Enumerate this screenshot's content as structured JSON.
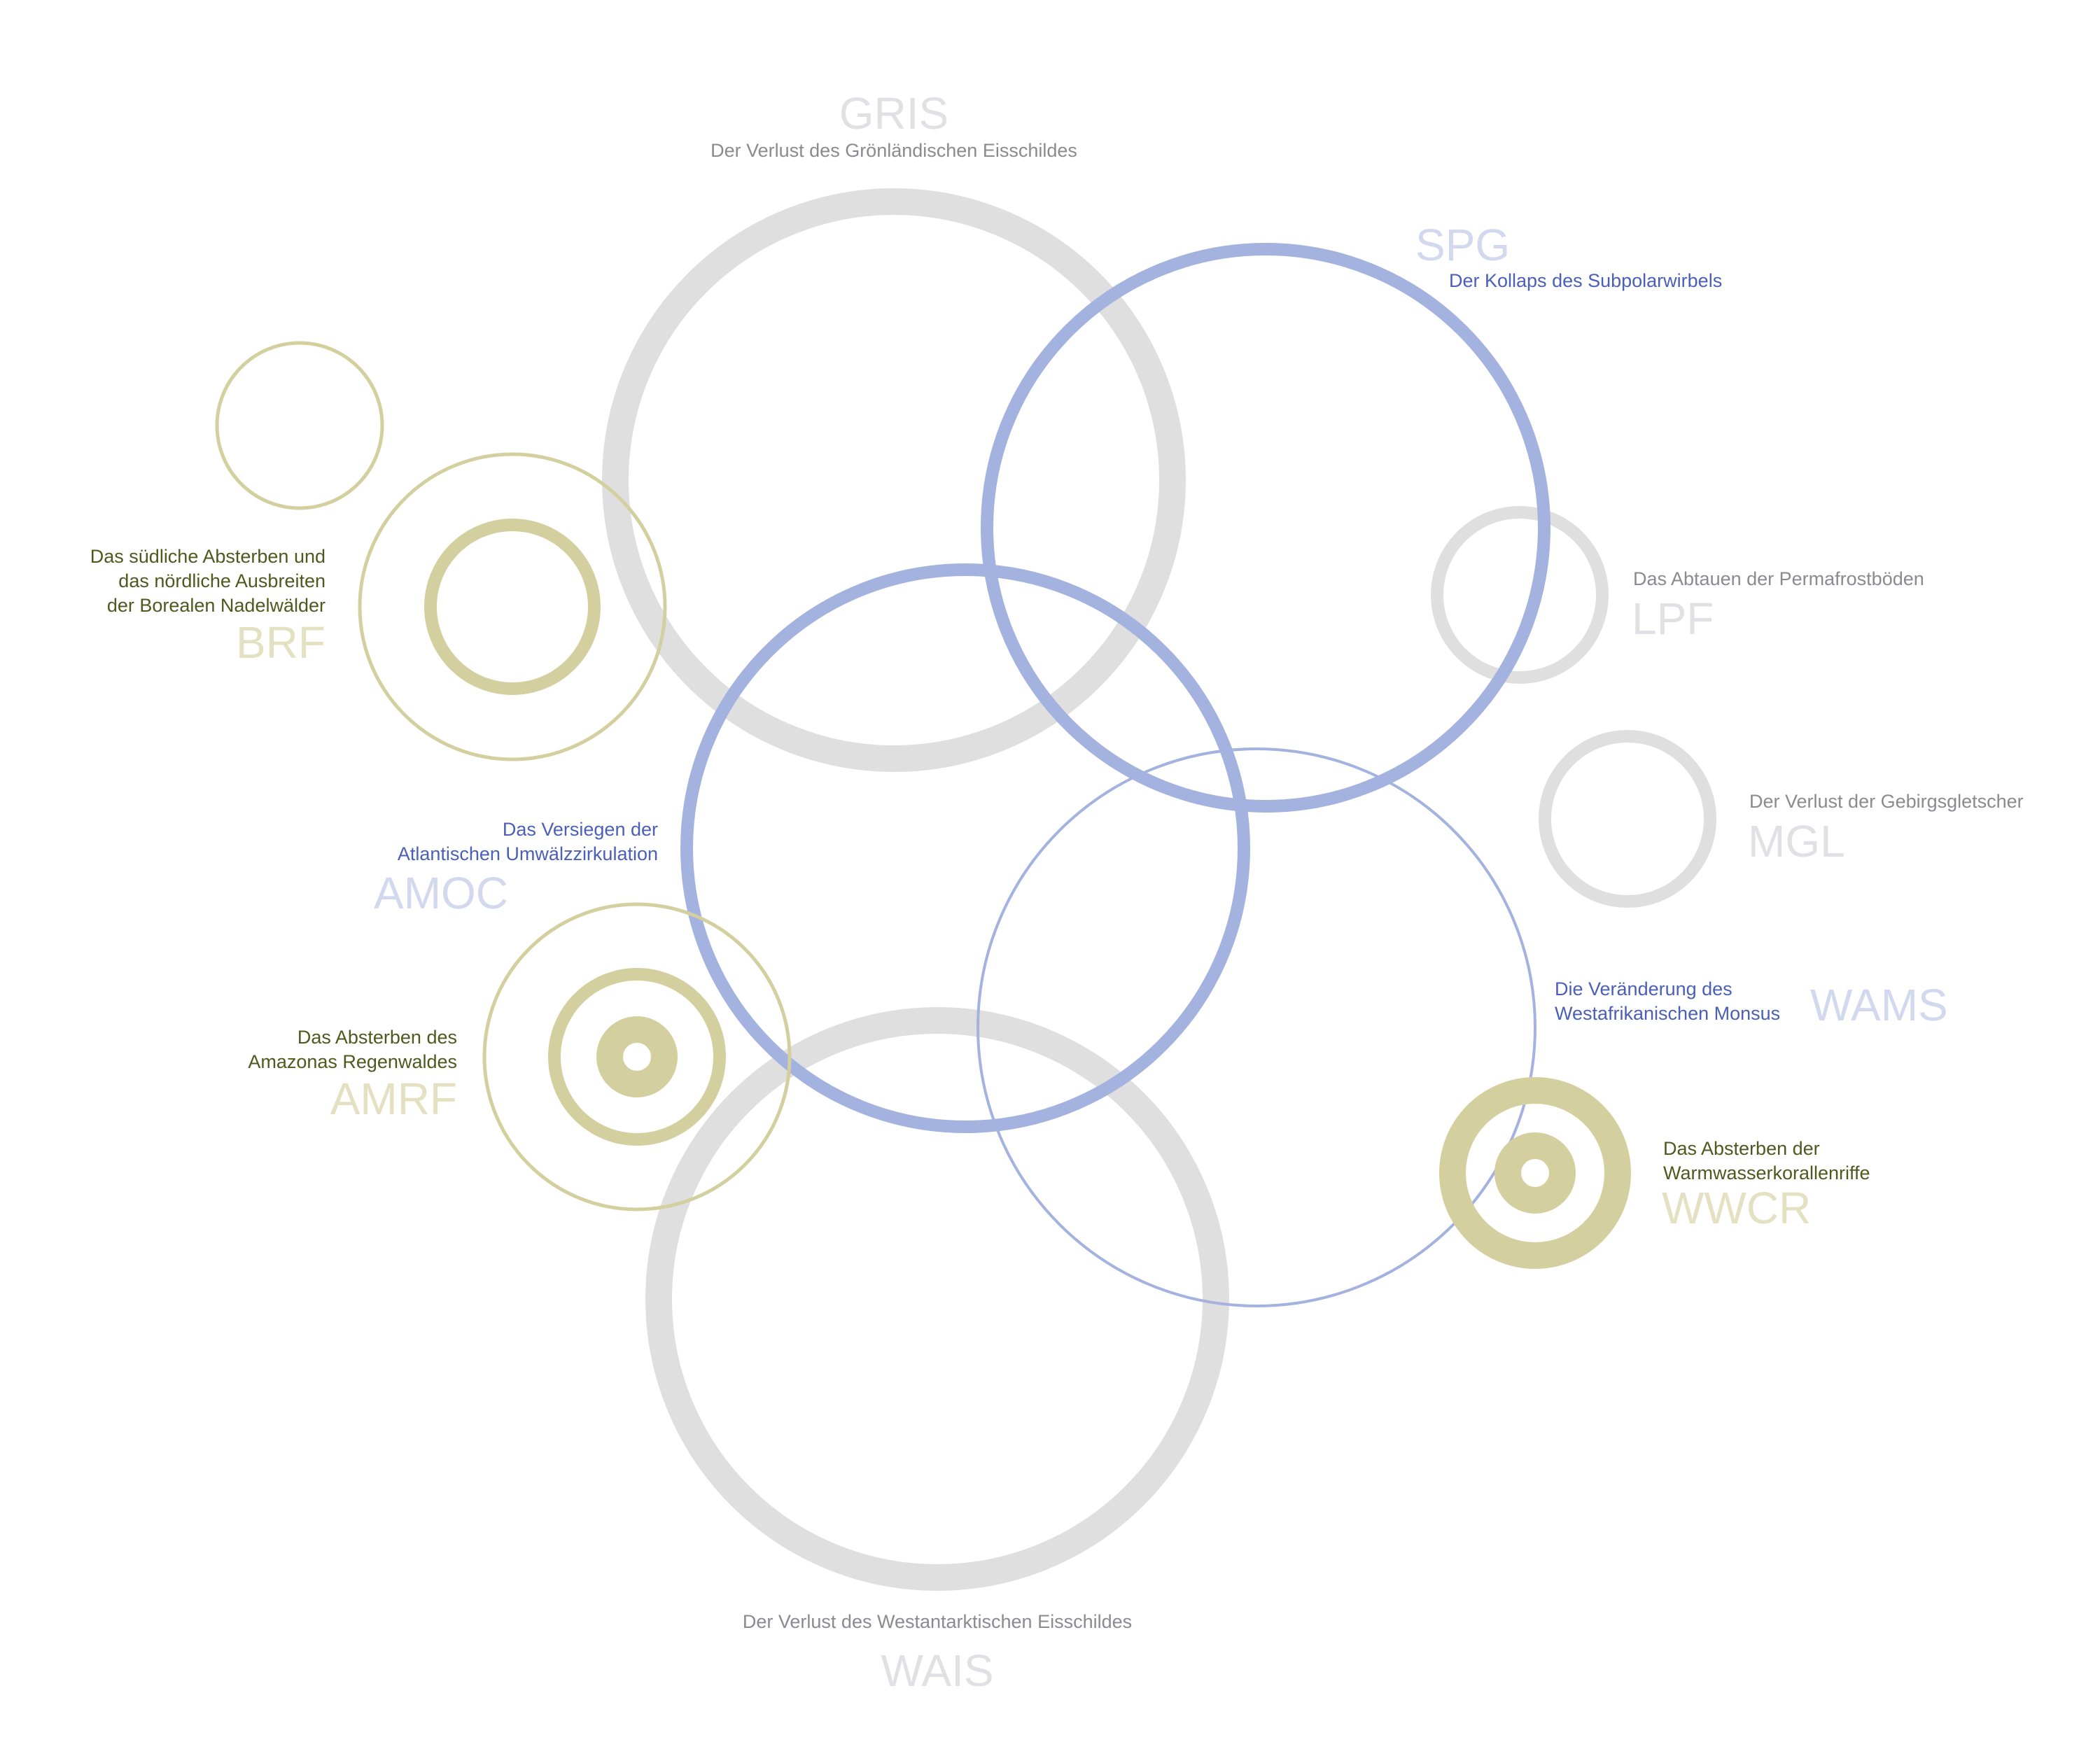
{
  "colors": {
    "grey": "#e0dfe0",
    "blue": "#a3b2de",
    "green": "#d4cf9f"
  },
  "elements": {
    "gris": {
      "abbr": "GRIS",
      "desc": "Der Verlust des Grönländischen Eisschildes"
    },
    "spg": {
      "abbr": "SPG",
      "desc": "Der Kollaps des Subpolarwirbels"
    },
    "brf": {
      "abbr": "BRF",
      "desc_lines": [
        "Das südliche Absterben und",
        "das nördliche Ausbreiten",
        "der Borealen Nadelwälder"
      ]
    },
    "lpf": {
      "abbr": "LPF",
      "desc": "Das Abtauen der Permafrostböden"
    },
    "mgl": {
      "abbr": "MGL",
      "desc": "Der Verlust der Gebirgsgletscher"
    },
    "amoc": {
      "abbr": "AMOC",
      "desc_lines": [
        "Das Versiegen der",
        "Atlantischen Umwälzzirkulation"
      ]
    },
    "wams": {
      "abbr": "WAMS",
      "desc_lines": [
        "Die Veränderung des",
        "Westafrikanischen Monsus"
      ]
    },
    "amrf": {
      "abbr": "AMRF",
      "desc_lines": [
        "Das Absterben des",
        "Amazonas Regenwaldes"
      ]
    },
    "wwcr": {
      "abbr": "WWCR",
      "desc_lines": [
        "Das Absterben der",
        "Warmwasserkorallenriffe"
      ]
    },
    "wais": {
      "abbr": "WAIS",
      "desc": "Der Verlust des Westantarktischen Eisschildes"
    }
  }
}
